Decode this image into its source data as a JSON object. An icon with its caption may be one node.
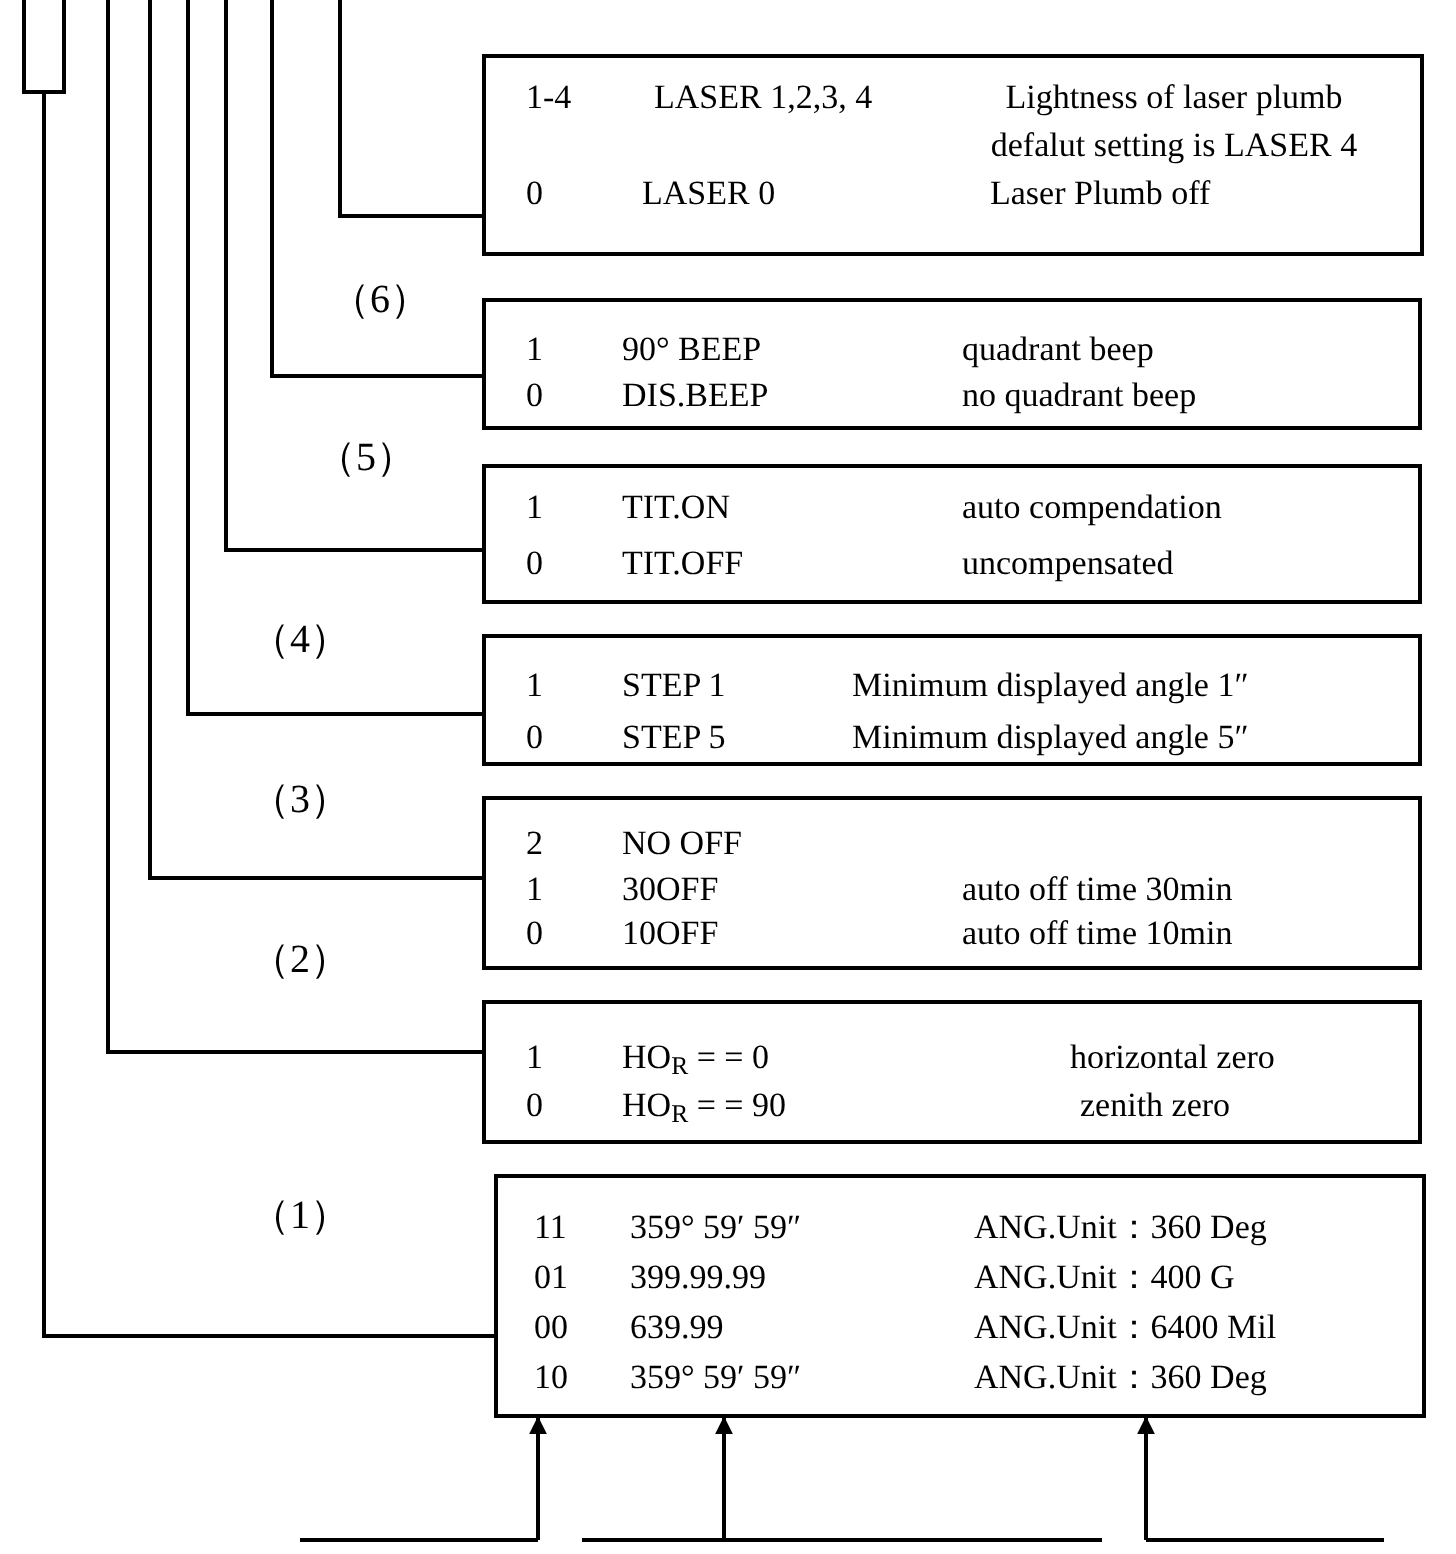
{
  "diagram": {
    "nodes": [
      {
        "text": [
          "1-4",
          "LASER 1,2,3, 4",
          "Lightness of laser plumb defalut setting is LASER 4",
          "0",
          "LASER 0",
          "Laser Plumb off"
        ]
      },
      {
        "text": [
          "1",
          "90° BEEP",
          "quadrant beep",
          "0",
          "DIS.BEEP",
          "no quadrant beep"
        ]
      },
      {
        "text": [
          "1",
          "TIT.ON",
          "auto compendation",
          "0",
          "TIT.OFF",
          "uncompensated"
        ]
      },
      {
        "text": [
          "1",
          "STEP 1",
          "Minimum displayed angle 1″",
          "0",
          "STEP 5",
          "Minimum displayed angle 5″"
        ]
      },
      {
        "text": [
          "2",
          "NO OFF",
          "1",
          "30OFF",
          "auto off time 30min",
          "0",
          "10OFF",
          "auto off time 10min"
        ]
      },
      {
        "text": [
          "1",
          "HO$_{R}$ = = 0",
          "horizontal zero",
          "0",
          "HO$_{R}$ = = 90",
          "zenith zero"
        ]
      },
      {
        "text": [
          "11",
          "359° 59′ 59″",
          "ANG.Unit：360 Deg",
          "01",
          "399.99.99",
          "ANG.Unit：400 G",
          "00",
          "639.99",
          "ANG.Unit：6400 Mil",
          "10",
          "359° 59′ 59″",
          "ANG.Unit：360 Deg"
        ]
      }
    ],
    "edges": [
      {
        "from": null,
        "to": 0,
        "arrow": "none"
      },
      {
        "from": null,
        "to": 1,
        "arrow": "none"
      },
      {
        "from": null,
        "to": 2,
        "arrow": "none"
      },
      {
        "from": null,
        "to": 3,
        "arrow": "none"
      },
      {
        "from": null,
        "to": 4,
        "arrow": "none"
      },
      {
        "from": null,
        "to": 5,
        "arrow": "none"
      },
      {
        "from": null,
        "to": 6,
        "arrow": "none"
      },
      {
        "from": null,
        "to": 6,
        "arrow": "to"
      },
      {
        "from": null,
        "to": 6,
        "arrow": "to"
      },
      {
        "from": null,
        "to": 6,
        "arrow": "to"
      }
    ],
    "labels": [
      "（6）",
      "（5）",
      "（4）",
      "（3）",
      "（2）",
      "（1）"
    ]
  }
}
